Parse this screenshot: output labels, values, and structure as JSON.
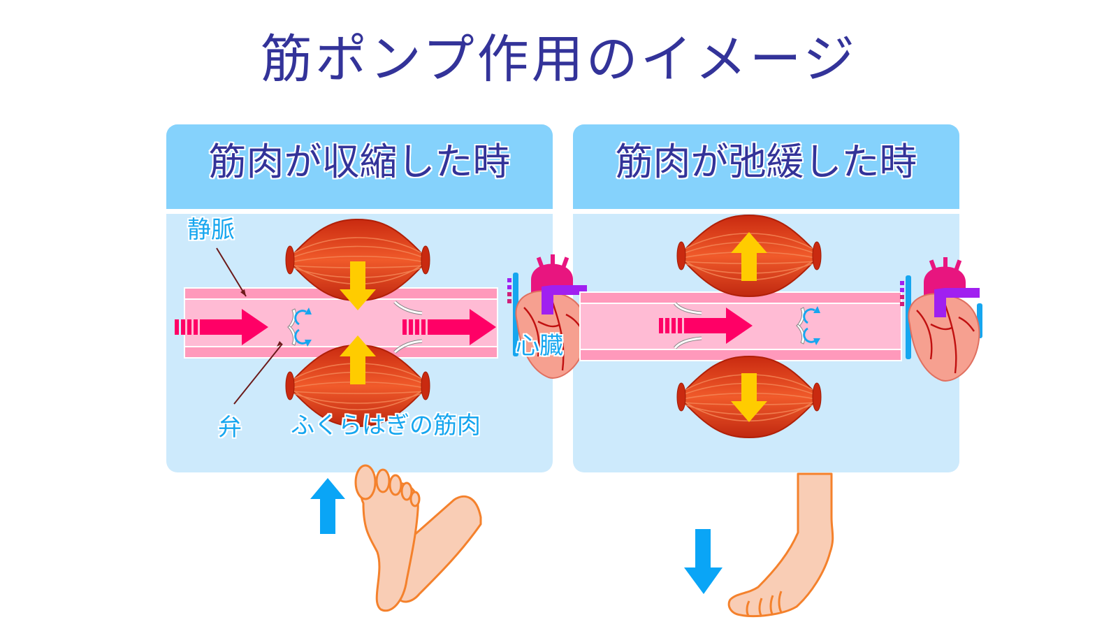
{
  "title": "筋ポンプ作用のイメージ",
  "panels": [
    {
      "id": "contracted",
      "heading": "筋肉が収縮した時",
      "muscle_arrow_direction": "inward",
      "labels": {
        "vein": "静脈",
        "valve": "弁",
        "calf_muscle": "ふくらはぎの筋肉",
        "heart": "心臓"
      },
      "foot_motion": "up"
    },
    {
      "id": "relaxed",
      "heading": "筋肉が弛緩した時",
      "muscle_arrow_direction": "outward",
      "foot_motion": "down"
    }
  ],
  "colors": {
    "title": "#333399",
    "panel_header": "#85d2fc",
    "panel_body": "#cdeafc",
    "vein_outer": "#ff99bb",
    "vein_inner": "#ffbbd4",
    "flow_arrow": "#ff0066",
    "muscle": "#e0401a",
    "muscle_arrow": "#ffcc00",
    "label": "#16a6ef",
    "foot_fill": "#f9cdb5",
    "foot_stroke": "#f4812c",
    "motion_arrow": "#0aa5f6"
  }
}
